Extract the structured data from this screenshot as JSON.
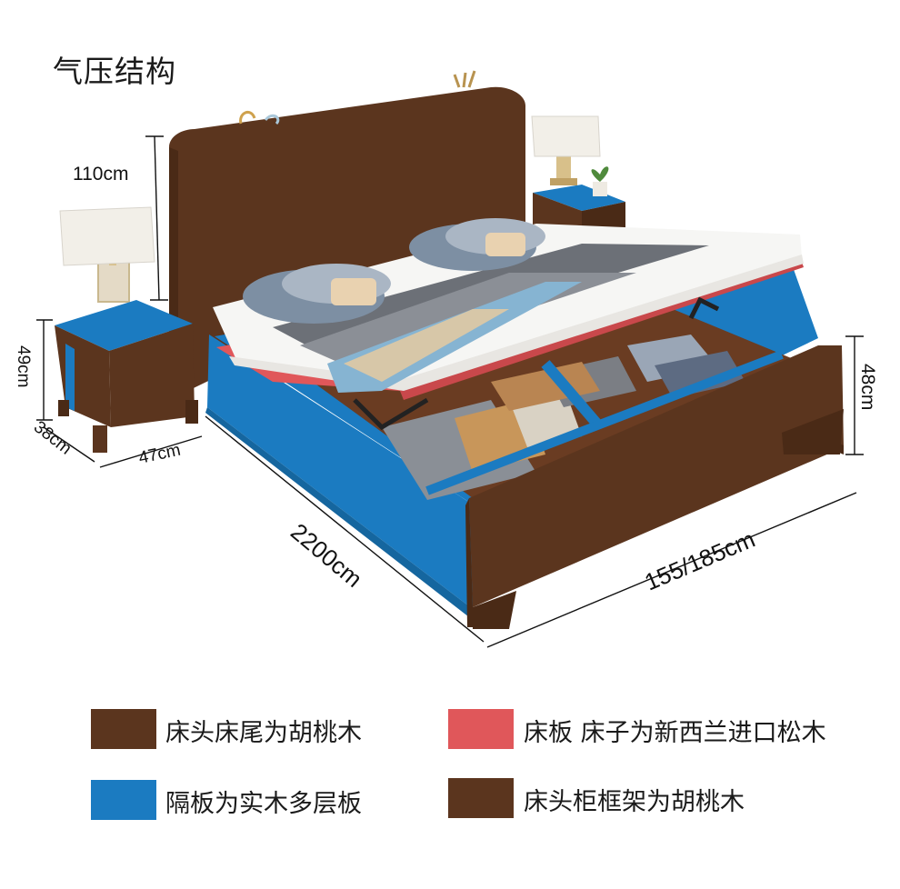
{
  "title": "气压结构",
  "dimensions": {
    "headboard_height": "110cm",
    "nightstand_height": "49cm",
    "nightstand_depth": "38cm",
    "nightstand_width": "47cm",
    "bed_length": "2200cm",
    "bed_width": "155/185cm",
    "footboard_height": "48cm"
  },
  "legend": [
    {
      "label": "床头床尾为胡桃木",
      "color": "#5b351e"
    },
    {
      "label": "床板 床子为新西兰进口松木",
      "color": "#e0575a"
    },
    {
      "label": "隔板为实木多层板",
      "color": "#1b7bc1"
    },
    {
      "label": "床头柜框架为胡桃木",
      "color": "#5b351e"
    }
  ],
  "colors": {
    "walnut": "#5b351e",
    "walnut_dark": "#4a2a16",
    "pine": "#e0575a",
    "plywood": "#1b7bc1",
    "plywood_dark": "#15669f"
  }
}
